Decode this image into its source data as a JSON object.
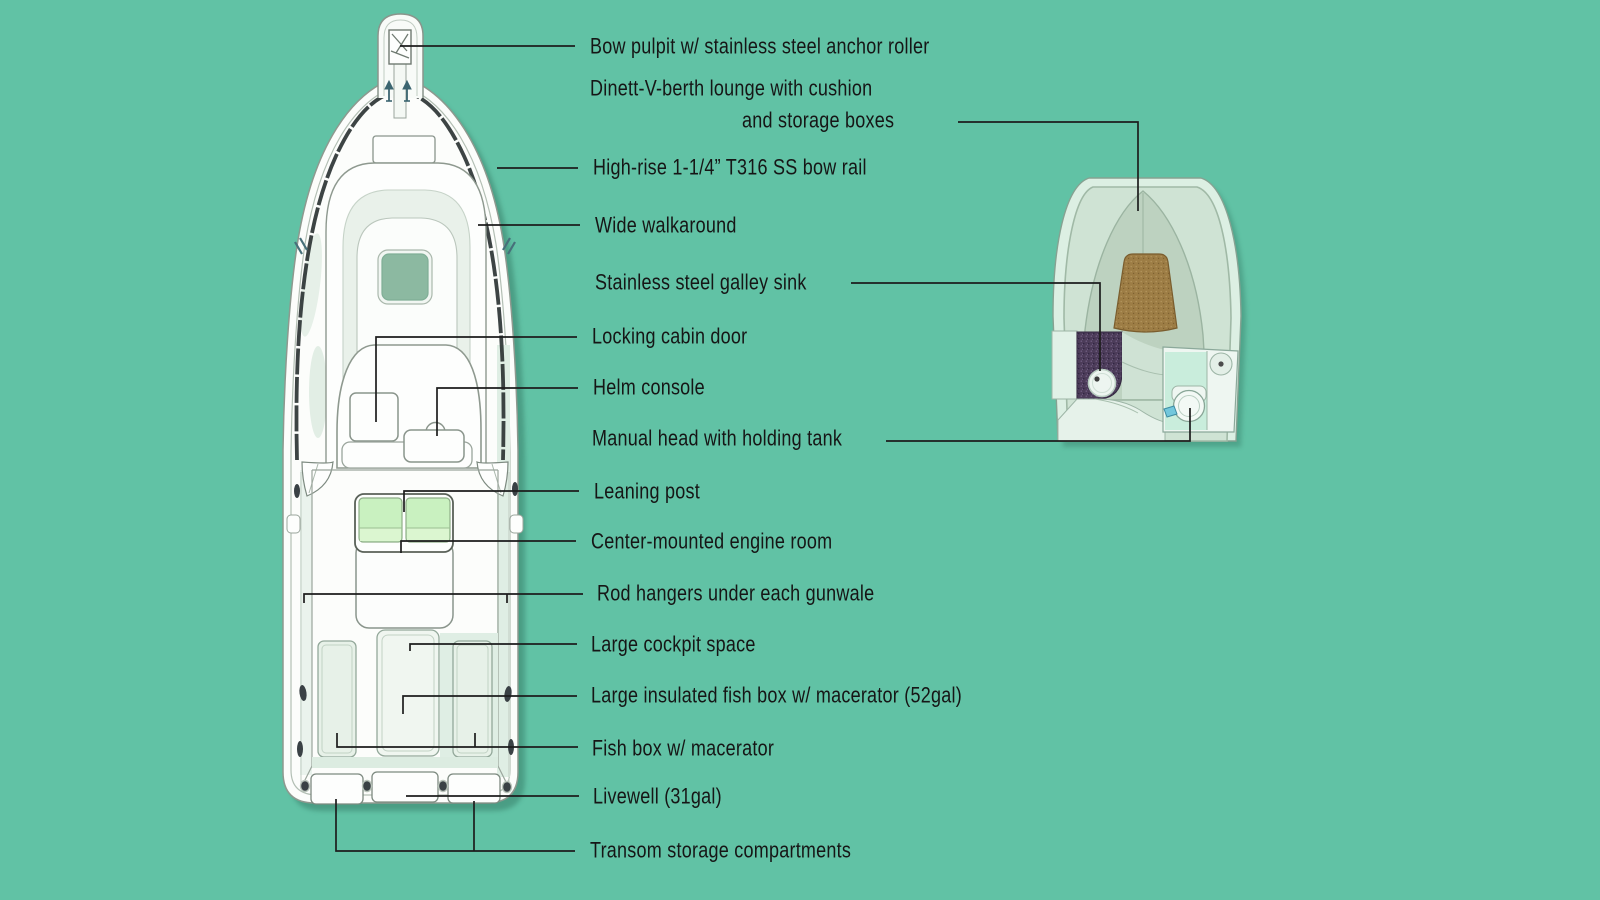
{
  "colors": {
    "background": "#61c2a5",
    "label_text": "#161616",
    "leader_line": "#1d1d1d",
    "hull_white": "#fcfdfb",
    "bow_rail_dark": "#2c3434",
    "deck_hatch_green": "#8cb9a1",
    "leaning_post_cushion_green": "#c9f1c0",
    "vberth_cushion_brown": "#9d7d45",
    "galley_counter_purple": "#4c3c59",
    "head_floor_aqua": "#c9eddc"
  },
  "callouts": [
    {
      "label": "Bow pulpit w/ stainless steel anchor roller"
    },
    {
      "label": "Dinett-V-berth lounge with cushion"
    },
    {
      "label": "and storage boxes"
    },
    {
      "label": "High-rise 1-1/4” T316 SS bow rail"
    },
    {
      "label": "Wide walkaround"
    },
    {
      "label": "Stainless steel galley sink"
    },
    {
      "label": "Locking cabin door"
    },
    {
      "label": "Helm console"
    },
    {
      "label": "Manual head with holding tank"
    },
    {
      "label": "Leaning post"
    },
    {
      "label": "Center-mounted engine room"
    },
    {
      "label": "Rod hangers under each gunwale"
    },
    {
      "label": "Large cockpit space"
    },
    {
      "label": "Large insulated fish box w/ macerator (52gal)"
    },
    {
      "label": "Fish box w/ macerator"
    },
    {
      "label": "Livewell (31gal)"
    },
    {
      "label": "Transom storage compartments"
    }
  ]
}
